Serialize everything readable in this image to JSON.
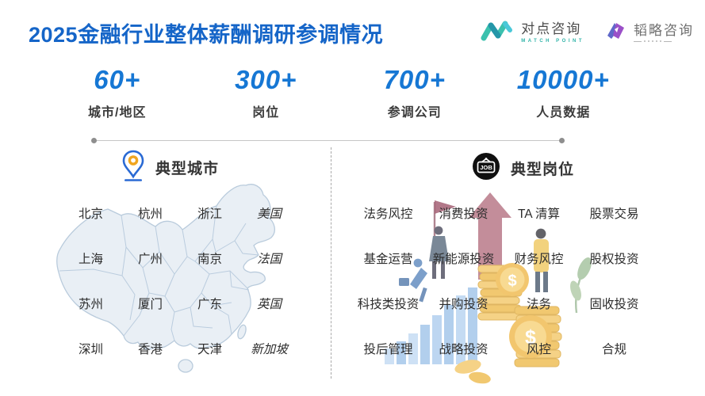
{
  "title": "2025金融行业整体薪酬调研参调情况",
  "logos": {
    "matchpoint": {
      "name": "对点咨询",
      "tagline": "MATCH POINT"
    },
    "taolue": {
      "name": "韬略咨询"
    }
  },
  "stats": [
    {
      "value": "60+",
      "label": "城市/地区"
    },
    {
      "value": "300+",
      "label": "岗位"
    },
    {
      "value": "700+",
      "label": "参调公司"
    },
    {
      "value": "10000+",
      "label": "人员数据"
    }
  ],
  "cities": {
    "heading": "典型城市",
    "rows": [
      [
        "北京",
        "杭州",
        "浙江",
        "美国"
      ],
      [
        "上海",
        "广州",
        "南京",
        "法国"
      ],
      [
        "苏州",
        "厦门",
        "广东",
        "英国"
      ],
      [
        "深圳",
        "香港",
        "天津",
        "新加坡"
      ]
    ]
  },
  "positions": {
    "heading": "典型岗位",
    "rows": [
      [
        "法务风控",
        "消费投资",
        "TA 清算",
        "股票交易"
      ],
      [
        "基金运营",
        "新能源投资",
        "财务风控",
        "股权投资"
      ],
      [
        "科技类投资",
        "并购投资",
        "法务",
        "固收投资"
      ],
      [
        "投后管理",
        "战略投资",
        "风控",
        "合规"
      ]
    ]
  },
  "icons": {
    "job_badge_text": "JOB"
  },
  "colors": {
    "title_blue": "#1565C8",
    "stat_blue": "#1677D4",
    "logo_teal": "#3BC1AE",
    "logo_purple": "#8A55C8",
    "pin_blue": "#2A6AD4",
    "pin_orange": "#F0A51F",
    "map_fill": "#E9EFF5",
    "map_stroke": "#B9CBDC"
  }
}
